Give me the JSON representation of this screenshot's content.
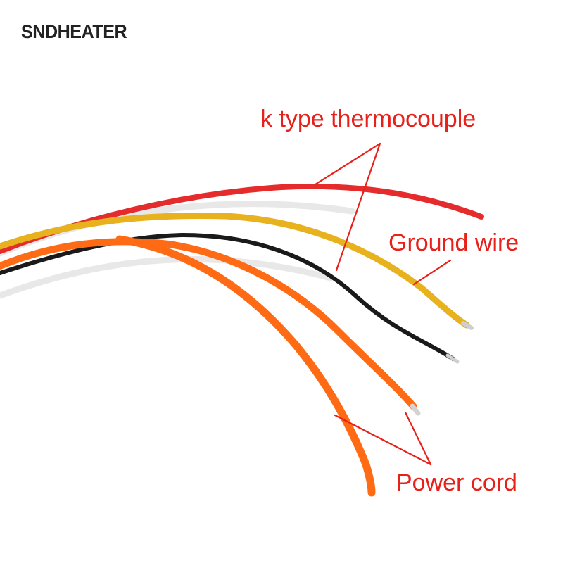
{
  "brand": "SNDHEATER",
  "labels": {
    "thermocouple": "k type thermocouple",
    "ground_wire": "Ground wire",
    "power_cord": "Power cord"
  },
  "colors": {
    "label_text": "#e8201a",
    "brand_text": "#222222",
    "wire_red": "#e52b2b",
    "wire_yellow": "#e8b21e",
    "wire_black": "#1a1a1a",
    "wire_orange": "#ff6a14",
    "pointer_line": "#e8201a"
  }
}
